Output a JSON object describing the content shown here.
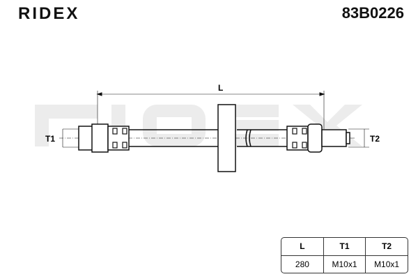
{
  "brand": "RIDEX",
  "part_number": "83B0226",
  "diagram": {
    "length_label": "L",
    "t1_label": "T1",
    "t2_label": "T2"
  },
  "table": {
    "headers": [
      "L",
      "T1",
      "T2"
    ],
    "values": [
      "280",
      "M10x1",
      "M10x1"
    ]
  }
}
